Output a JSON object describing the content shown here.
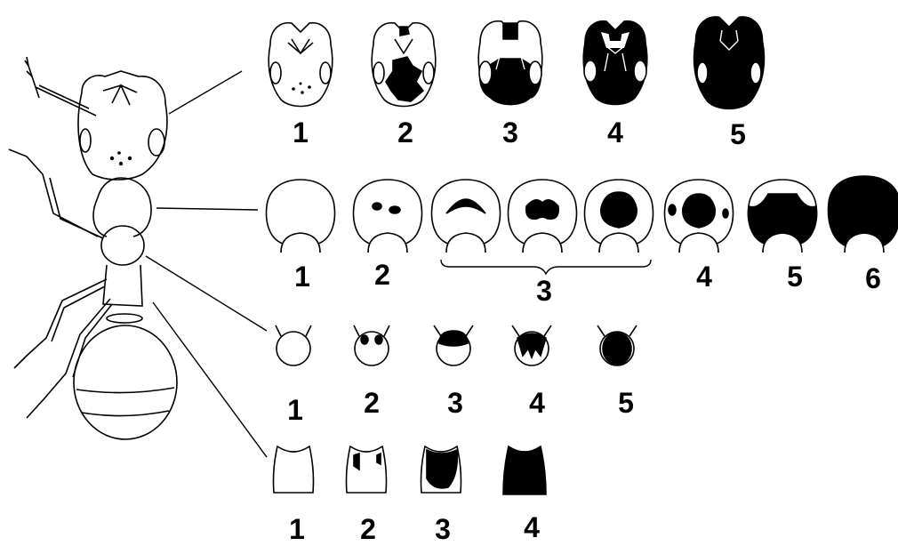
{
  "colors": {
    "ink": "#000000",
    "paper": "#ffffff"
  },
  "rows": [
    {
      "part": "head",
      "stages": [
        "1",
        "2",
        "3",
        "4",
        "5"
      ]
    },
    {
      "part": "pronotum",
      "stages": [
        "1",
        "2",
        "3",
        "3",
        "3",
        "4",
        "5",
        "6"
      ],
      "bracket_label": "3"
    },
    {
      "part": "mesonotum",
      "stages": [
        "1",
        "2",
        "3",
        "4",
        "5"
      ]
    },
    {
      "part": "propodeum",
      "stages": [
        "1",
        "2",
        "3",
        "4"
      ]
    }
  ]
}
